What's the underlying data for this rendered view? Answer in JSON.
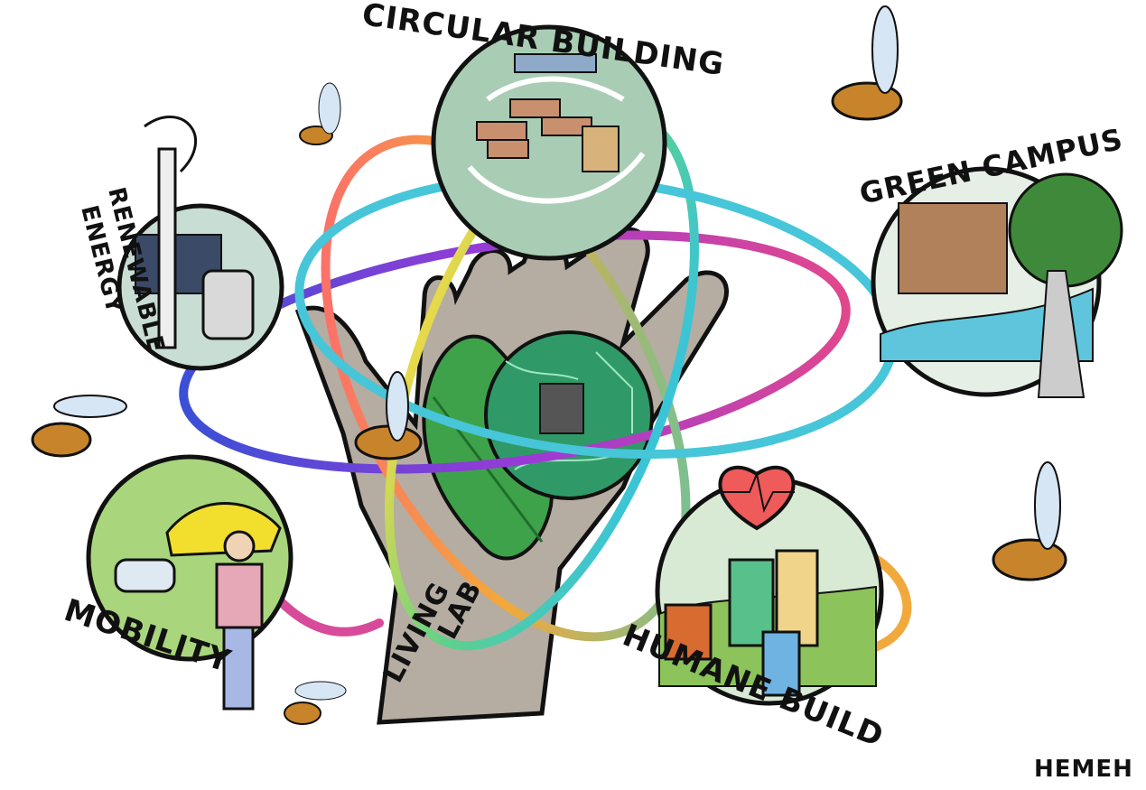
{
  "labels": {
    "circular_building": "CIRCULAR BUILDING",
    "renewable_energy_line1": "RENEWABLE",
    "renewable_energy_line2": "ENERGY",
    "green_campus": "GREEN CAMPUS",
    "mobility": "MOBILITY",
    "humane_build": "HUMANE BUILD",
    "living_lab_line1": "LIVING",
    "living_lab_line2": "LAB",
    "signature": "HEMEH"
  },
  "colors": {
    "circle_fill": "#a8cdb4",
    "hand": "#b5aca2",
    "leaf": "#3ea24a",
    "chip_board": "#2f9a67",
    "bee_body": "#c8842a",
    "heart": "#ef5a5a"
  }
}
